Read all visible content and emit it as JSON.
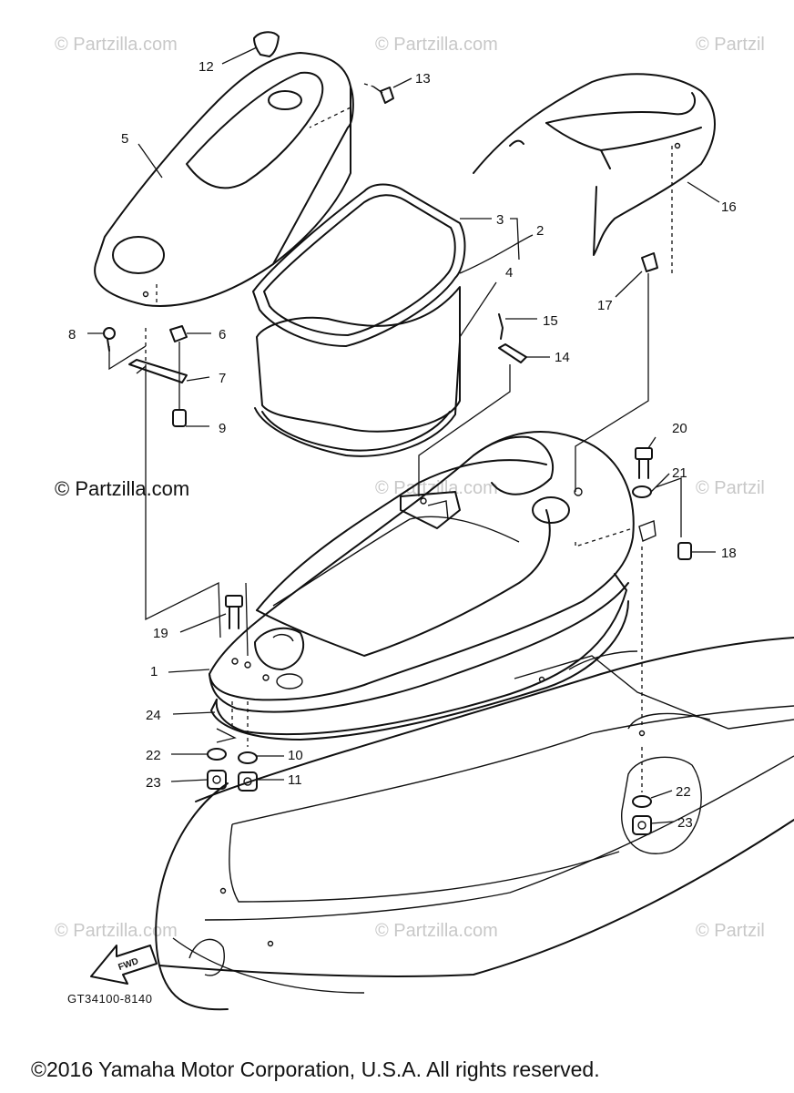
{
  "watermarks": {
    "light": "© Partzilla.com",
    "light_cut": "© Partzil",
    "dark": "© Partzilla.com"
  },
  "diagram_code": "GT34100-8140",
  "fwd_label": "FWD",
  "copyright": "©2016 Yamaha Motor Corporation, U.S.A. All rights reserved.",
  "callouts": {
    "c1": "1",
    "c2": "2",
    "c3": "3",
    "c4": "4",
    "c5": "5",
    "c6": "6",
    "c7": "7",
    "c8": "8",
    "c9": "9",
    "c10": "10",
    "c11": "11",
    "c12": "12",
    "c13": "13",
    "c14": "14",
    "c15": "15",
    "c16": "16",
    "c17": "17",
    "c18": "18",
    "c19": "19",
    "c20": "20",
    "c21": "21",
    "c22a": "22",
    "c22b": "22",
    "c23a": "23",
    "c23b": "23",
    "c24": "24"
  }
}
